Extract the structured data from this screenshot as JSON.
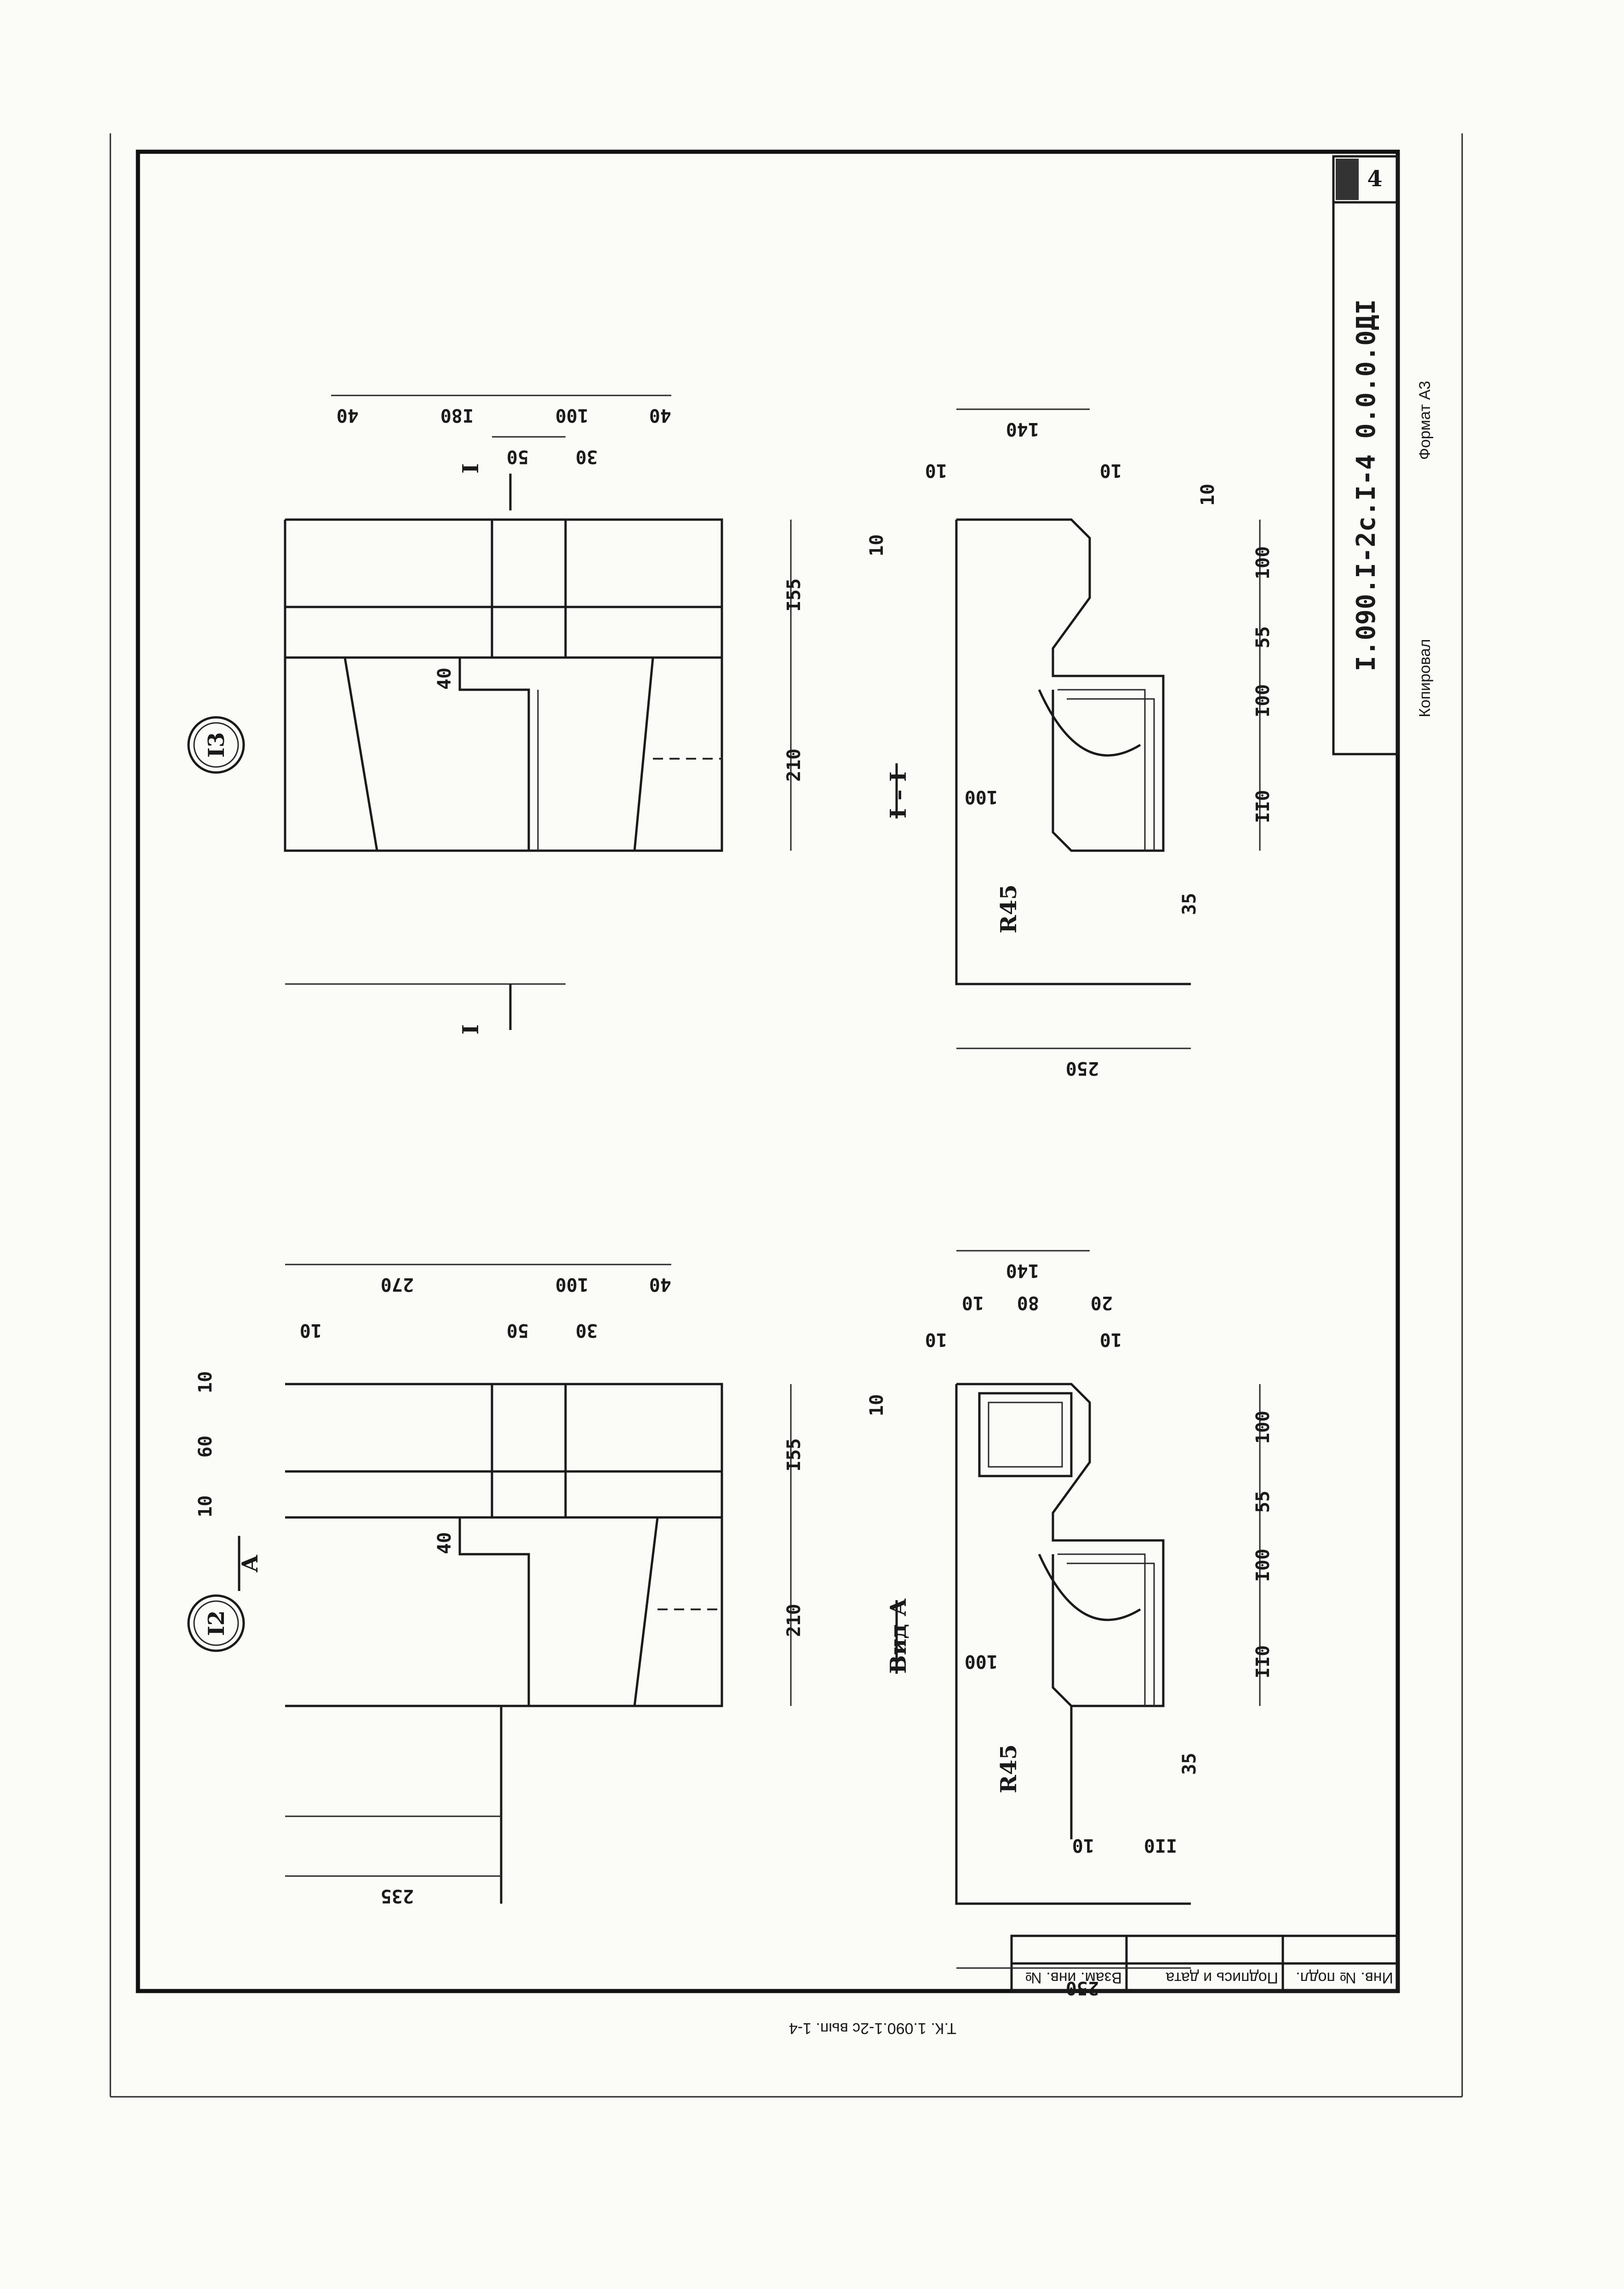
{
  "sheet": {
    "code": "I.090.I-2c.I-4 0.0.0.0ДI",
    "sheet_no": "4",
    "copied": "Копировал",
    "format": "Формат А3",
    "series_note": "Т.К.  1.090.1-2с  вып. 1-4"
  },
  "stamp": {
    "inv_podl": "Инв. № подл.",
    "podpis_data": "Подпись и дата",
    "vzam_inv": "Взам. инв. №"
  },
  "detail12": {
    "number": "I2",
    "view_arrow": "А",
    "dims": [
      "10",
      "60",
      "10",
      "10",
      "270",
      "50",
      "30",
      "100",
      "40",
      "40",
      "I55",
      "210",
      "235"
    ]
  },
  "detail13": {
    "number": "I3",
    "section_mark": "I",
    "dims": [
      "40",
      "I80",
      "50",
      "100",
      "30",
      "40",
      "40",
      "I55",
      "210"
    ]
  },
  "section11": {
    "title": "I – I",
    "radius": "R45",
    "dims": [
      "140",
      "10",
      "10",
      "10",
      "10",
      "100",
      "55",
      "I00",
      "100",
      "II0",
      "35",
      "250"
    ]
  },
  "viewA": {
    "title": "Вид А",
    "radius": "R45",
    "dims": [
      "140",
      "10",
      "80",
      "20",
      "10",
      "10",
      "10",
      "100",
      "55",
      "I00",
      "100",
      "II0",
      "35",
      "10",
      "II0",
      "250"
    ]
  }
}
